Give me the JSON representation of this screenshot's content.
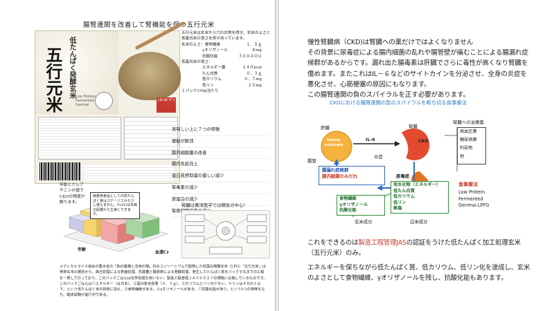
{
  "left_page": {
    "title": "腸腎連関を改善して腎機能を保つ五行元米",
    "package": {
      "brand_small": "低たんぱく発酵玄米",
      "brand_big": "五行元米",
      "brand_en": "Low Protein Fermented Genmai",
      "badge": "1日3食 ずつ"
    },
    "spec": {
      "intro": "五行元米は玄米から穴れ白質を除き、玄米のよさと低蛋白米の良さを併せ持っています。",
      "group1_title": "玄米のよさ：",
      "group1": [
        {
          "label": "食物繊維",
          "value": "１．５ｇ"
        },
        {
          "label": "γオリザノール",
          "value": "８mg"
        },
        {
          "label": "抗酸化能",
          "value": "３００ＡＯＵ"
        }
      ],
      "group2_title": "低蛋白米の良さ：",
      "group2": [
        {
          "label": "エネルギー量",
          "value": "２４０kcal"
        },
        {
          "label": "たん白質",
          "value": "０．３ｇ"
        },
        {
          "label": "低カリウム",
          "value": "０．７mg"
        },
        {
          "label": "低リン",
          "value": "２５mg"
        }
      ],
      "footnote": "１パック150g当たり"
    },
    "features": [
      "美味しい上に７つの特徴",
      "便秘が解消",
      "腸内細菌叢の改善",
      "腸内免疫向上",
      "蛋白質摂取量の優しい減少",
      "腎毒素の減少",
      "尿蛋白の減少",
      "腎尿細管損傷の減少"
    ],
    "chart_note": "年齢とクレアチニンの値でCKDの程度が解ります。",
    "chart_callout": "病者用食品としての低たんぱく食はステージ３から少し使えません。FLPGは本病の段階から主食にできます。",
    "chart_axis_x": "年齢",
    "chart_axis_y": "血清Cr",
    "east_title": "腎臓は東洋医学では精気の中心！",
    "body_text": "メディカルライス協会が農水省の「知の集積と活用の場」内のコンソーシアムで開発した低蛋白発酵玄米（LPG）「五行元米」は発芽玄米の選別から、高圧処理による表面処理、乳酸菌と酵素剤による発酵処理、発生したたんぱく質をパックするまでの工程を一貫して行っており、このパックごはんは化学処理を用いない、製造工程管理ＪＡＳ００２７の規格に合格しているものです。このパックごはんは①エネルギー（は日本）、②蛋白質含有量（０．３ｇ）、③カリウムとリンが少ない、④リンは４分の１以下、という低たんぱく米の技術に加え、⑤食物繊維がある、⑥γオリザノールがある、⑦抗酸化能があり、という5つの特徴をもち、臨床試験が進行中である。"
  },
  "right_page": {
    "para": [
      {
        "text": "慢性腎臓病（CKD)は腎臓への薬だけではよくなりません",
        "ckd": false
      },
      {
        "text": "その背景に尿毒症による腸内細菌の乱れや腸管壁が痛むことによる腸漏れ症候群があるからです。漏れ出た腸毒素は肝臓でさらに毒性が高くなり腎臓を傷めます。またこれはIL－６などのサイトカインを分泌させ、全身の炎症を悪化させ、心筋梗塞の原因にもなります。",
        "ckd": false
      },
      {
        "text": "この腸腎連関の負のスパイラルを正す必要があります。",
        "ckd": false
      }
    ],
    "diagram_caption": "CKDにおける腸腎連関の負のスパイラルを断ち切る食事療法",
    "diagram": {
      "liver": "肝臓",
      "indole": "Indole sulphate",
      "il6": "IL-6",
      "kidney": "腎臓",
      "ckd": "CKD",
      "inflammation": "炎症",
      "kidney_treatment_title": "腎臓への治療薬",
      "kidney_treatments": [
        "高血圧薬",
        "糖尿病薬",
        "利尿剤",
        "他"
      ],
      "intestine": "腸管",
      "leaky": "腸漏れ症候群",
      "dysbiosis": "腸内細菌のみだれ",
      "uremia": "尿毒症",
      "genmai_box": [
        "食物繊維",
        "γオリザノール",
        "抗酸化能"
      ],
      "rice_box": [
        "炭水化物（エネルギー）",
        "低たん白質",
        "低カリウム",
        "低リン",
        "無塩"
      ],
      "genmai_label": "玄米成分",
      "rice_label": "白米成分",
      "diet_title": "食事療法",
      "diet_lines": [
        "Low Protein",
        "Fermented",
        "Genmai:LPFG"
      ]
    },
    "bottom1_pre": "これをできるのは",
    "bottom1_hl": "製造工程管理JAS",
    "bottom1_post": "の認証をうけた低たんぱく加工処理玄米（五行元米）のみ。",
    "bottom2": "エネルギーを保ちながら低たんぱく質、低カリウム、低リン化を達成し、玄米のよさとして食物繊維、γオリザノールを残し、抗酸化能もあります。"
  }
}
